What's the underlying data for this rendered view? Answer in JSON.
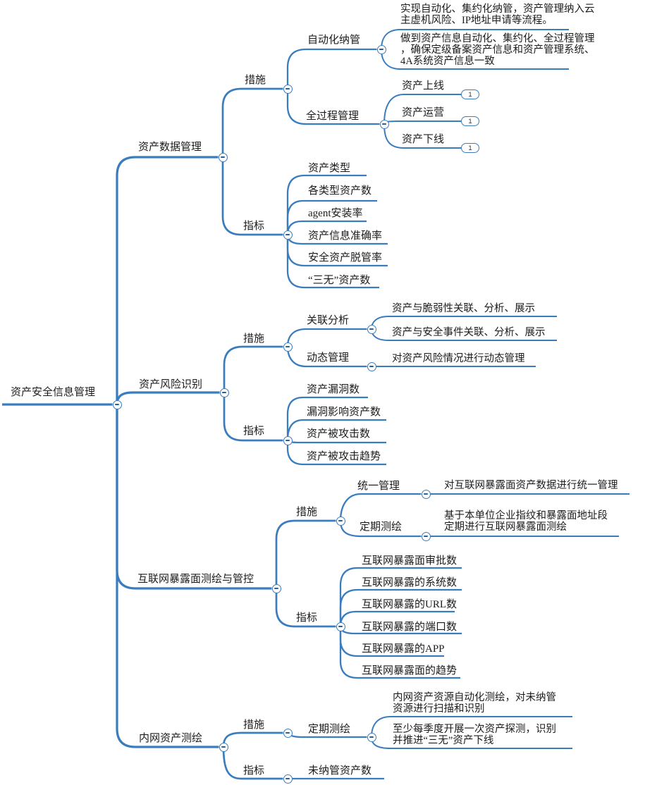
{
  "colors": {
    "line": "#3a7dbe",
    "text": "#1c1c1c",
    "background": "#ffffff"
  },
  "map": {
    "root": {
      "label": "资产安全信息管理",
      "children": [
        {
          "label": "资产数据管理",
          "children": [
            {
              "label": "措施",
              "children": [
                {
                  "label": "自动化纳管",
                  "children": [
                    {
                      "label": "实现自动化、集约化纳管，资产管理纳入云\n主虚机风险、IP地址申请等流程。"
                    },
                    {
                      "label": "做到资产信息自动化、集约化、全过程管理\n，确保定级备案资产信息和资产管理系统、\n4A系统资产信息一致"
                    }
                  ]
                },
                {
                  "label": "全过程管理",
                  "children": [
                    {
                      "label": "资产上线",
                      "badge": "1"
                    },
                    {
                      "label": "资产运营",
                      "badge": "1"
                    },
                    {
                      "label": "资产下线",
                      "badge": "1"
                    }
                  ]
                }
              ]
            },
            {
              "label": "指标",
              "children": [
                {
                  "label": "资产类型"
                },
                {
                  "label": "各类型资产数"
                },
                {
                  "label": "agent安装率"
                },
                {
                  "label": "资产信息准确率"
                },
                {
                  "label": "安全资产脱管率"
                },
                {
                  "label": "“三无”资产数"
                }
              ]
            }
          ]
        },
        {
          "label": "资产风险识别",
          "children": [
            {
              "label": "措施",
              "children": [
                {
                  "label": "关联分析",
                  "children": [
                    {
                      "label": "资产与脆弱性关联、分析、展示"
                    },
                    {
                      "label": "资产与安全事件关联、分析、展示"
                    }
                  ]
                },
                {
                  "label": "动态管理",
                  "children": [
                    {
                      "label": "对资产风险情况进行动态管理"
                    }
                  ]
                }
              ]
            },
            {
              "label": "指标",
              "children": [
                {
                  "label": "资产漏洞数"
                },
                {
                  "label": "漏洞影响资产数"
                },
                {
                  "label": "资产被攻击数"
                },
                {
                  "label": "资产被攻击趋势"
                }
              ]
            }
          ]
        },
        {
          "label": "互联网暴露面测绘与管控",
          "children": [
            {
              "label": "措施",
              "children": [
                {
                  "label": "统一管理",
                  "children": [
                    {
                      "label": "对互联网暴露面资产数据进行统一管理"
                    }
                  ]
                },
                {
                  "label": "定期测绘",
                  "children": [
                    {
                      "label": "基于本单位企业指纹和暴露面地址段\n定期进行互联网暴露面测绘"
                    }
                  ]
                }
              ]
            },
            {
              "label": "指标",
              "children": [
                {
                  "label": "互联网暴露面审批数"
                },
                {
                  "label": "互联网暴露的系统数"
                },
                {
                  "label": "互联网暴露的URL数"
                },
                {
                  "label": "互联网暴露的端口数"
                },
                {
                  "label": "互联网暴露的APP"
                },
                {
                  "label": "互联网暴露面的趋势"
                }
              ]
            }
          ]
        },
        {
          "label": "内网资产测绘",
          "children": [
            {
              "label": "措施",
              "children": [
                {
                  "label": "定期测绘",
                  "children": [
                    {
                      "label": "内网资产资源自动化测绘，对未纳管\n资源进行扫描和识别"
                    },
                    {
                      "label": "至少每季度开展一次资产探测，识别\n并推进“三无”资产下线"
                    }
                  ]
                }
              ]
            },
            {
              "label": "指标",
              "children": [
                {
                  "label": "未纳管资产数"
                }
              ]
            }
          ]
        }
      ]
    }
  }
}
